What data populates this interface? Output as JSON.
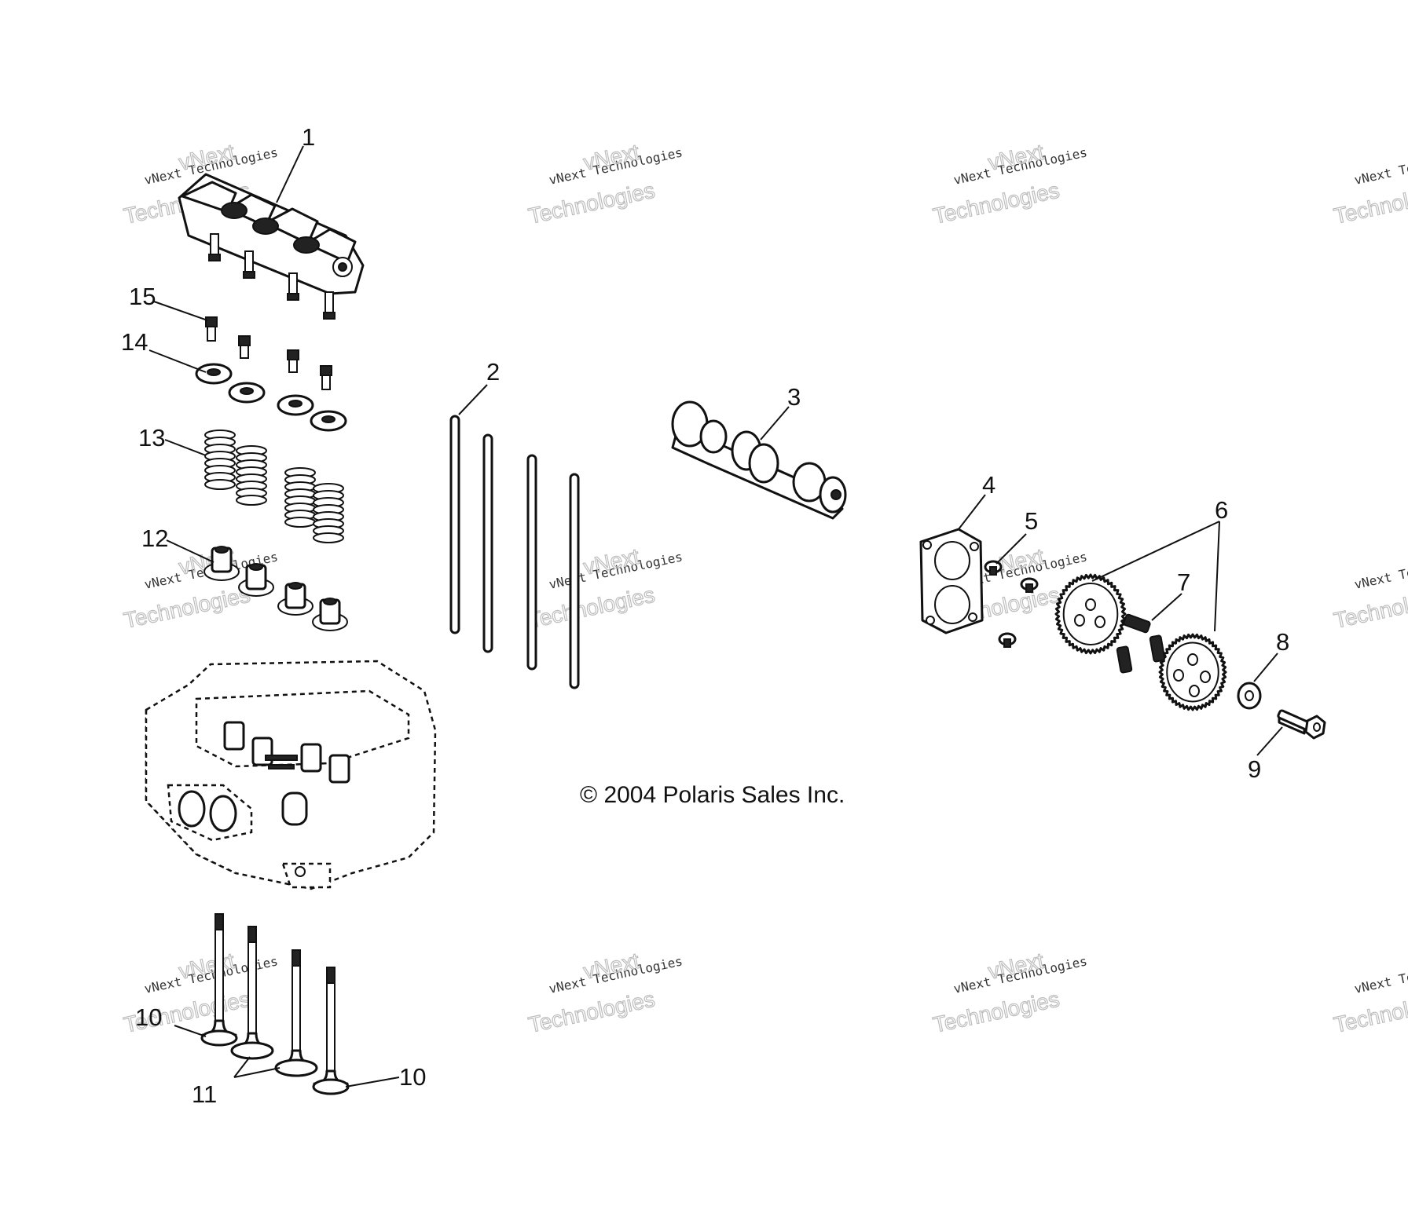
{
  "copyright": "© 2004 Polaris Sales Inc.",
  "watermark": {
    "brand_top": "vNext",
    "line_small": "vNext Technologies",
    "line_large": "Technologies"
  },
  "callouts": [
    {
      "id": "1",
      "label": "1"
    },
    {
      "id": "2",
      "label": "2"
    },
    {
      "id": "3",
      "label": "3"
    },
    {
      "id": "4",
      "label": "4"
    },
    {
      "id": "5",
      "label": "5"
    },
    {
      "id": "6",
      "label": "6"
    },
    {
      "id": "7",
      "label": "7"
    },
    {
      "id": "8",
      "label": "8"
    },
    {
      "id": "9",
      "label": "9"
    },
    {
      "id": "10a",
      "label": "10"
    },
    {
      "id": "10b",
      "label": "10"
    },
    {
      "id": "11",
      "label": "11"
    },
    {
      "id": "12",
      "label": "12"
    },
    {
      "id": "13",
      "label": "13"
    },
    {
      "id": "14",
      "label": "14"
    },
    {
      "id": "15",
      "label": "15"
    }
  ],
  "colors": {
    "ink": "#111111",
    "paper": "#ffffff",
    "watermark": "#bdbdbd"
  }
}
